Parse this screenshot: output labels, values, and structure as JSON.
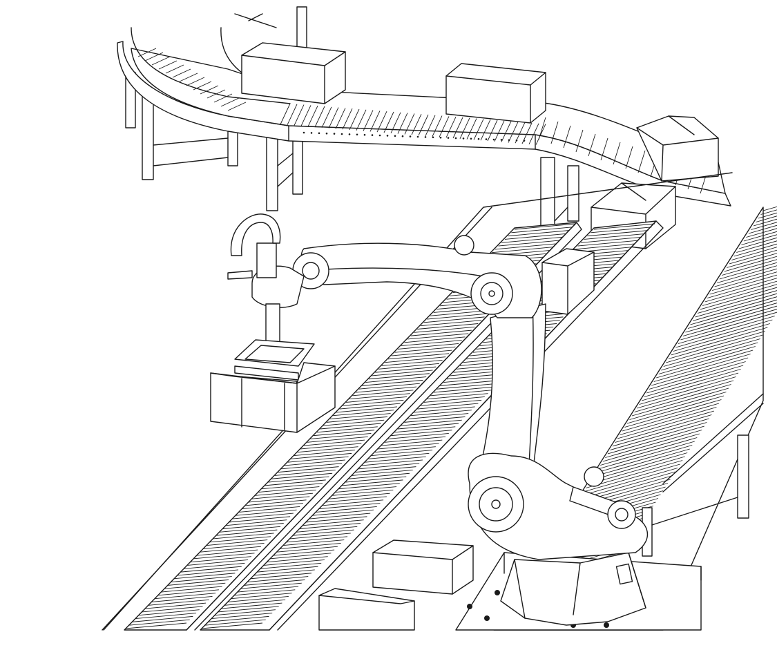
{
  "scene": {
    "style": "black line-art illustration on white",
    "colors": {
      "line": "#1a1a1a",
      "background": "#ffffff"
    }
  },
  "components": {
    "curved_conveyor": {
      "visible_boxes": 4
    },
    "lower_conveyors": {
      "count": 3,
      "visible_boxes_front": 2
    },
    "robot_arm": {
      "gripper_holding_box": true
    }
  }
}
